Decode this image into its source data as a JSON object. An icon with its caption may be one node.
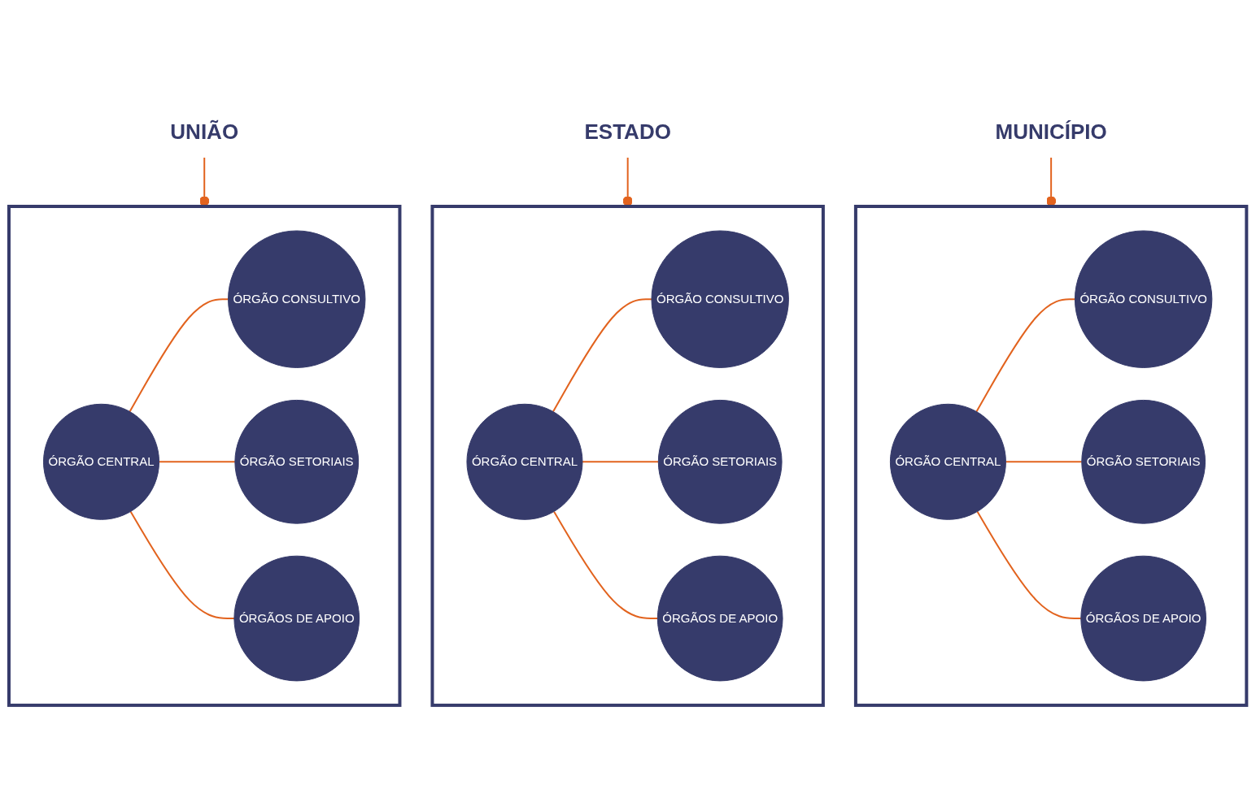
{
  "diagram": {
    "nodes": [
      {
        "text": [
          "UNIÃO"
        ]
      },
      {
        "text": [
          "ESTADO"
        ]
      },
      {
        "text": [
          "MUNICÍPIO"
        ]
      },
      {
        "text": [],
        "shape": "gear"
      },
      {
        "text": [
          "ÓRGÃO CENTRAL"
        ],
        "in": 3
      },
      {
        "text": [
          "ÓRGÃO CONSULTIVO"
        ],
        "in": 3
      },
      {
        "text": [
          "ÓRGÃO SETORIAIS"
        ],
        "in": 3
      },
      {
        "text": [
          "ÓRGÃOS DE APOIO"
        ],
        "in": 3
      },
      {
        "text": [],
        "shape": "gear"
      },
      {
        "text": [
          "ÓRGÃO CENTRAL"
        ],
        "in": 8
      },
      {
        "text": [
          "ÓRGÃO CONSULTIVO"
        ],
        "in": 8
      },
      {
        "text": [
          "ÓRGÃO SETORIAIS"
        ],
        "in": 8
      },
      {
        "text": [
          "ÓRGÃOS DE APOIO"
        ],
        "in": 8
      },
      {
        "text": [],
        "shape": "gear"
      },
      {
        "text": [
          "ÓRGÃO CENTRAL"
        ],
        "in": 13
      },
      {
        "text": [
          "ÓRGÃO CONSULTIVO"
        ],
        "in": 13
      },
      {
        "text": [
          "ÓRGÃO SETORIAIS"
        ],
        "in": 13
      },
      {
        "text": [
          "ÓRGÃOS DE APOIO"
        ],
        "in": 13
      }
    ],
    "edges": [
      {
        "from": 0,
        "to": 3,
        "arrow": "other"
      },
      {
        "from": 1,
        "to": 8,
        "arrow": "other"
      },
      {
        "from": 2,
        "to": 13,
        "arrow": "other"
      },
      {
        "from": 4,
        "to": 5,
        "arrow": "none"
      },
      {
        "from": 4,
        "to": 6,
        "arrow": "none"
      },
      {
        "from": 4,
        "to": 7,
        "arrow": "none"
      },
      {
        "from": 9,
        "to": 10,
        "arrow": "none"
      },
      {
        "from": 9,
        "to": 11,
        "arrow": "none"
      },
      {
        "from": 9,
        "to": 12,
        "arrow": "none"
      },
      {
        "from": 14,
        "to": 15,
        "arrow": "none"
      },
      {
        "from": 14,
        "to": 16,
        "arrow": "none"
      },
      {
        "from": 14,
        "to": 17,
        "arrow": "none"
      }
    ]
  }
}
